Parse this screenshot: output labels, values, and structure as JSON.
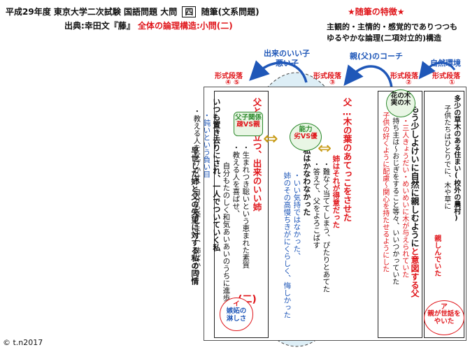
{
  "header": {
    "line1_a": "平成29年度 東京大学二次試験 国語問題 大問",
    "line1_num": "四",
    "line1_b": "随筆(文系問題)",
    "line2_a": "出典:幸田文『藤』",
    "line2_b": "全体の論理構造:小問(二)"
  },
  "feature": {
    "title": "★随筆の特徴★",
    "line1": "主観的・主情的・感覚的でありつつも",
    "line2": "ゆるやかな論理(二項対立的)構造"
  },
  "top_labels": {
    "good_child_1": "出来のいい子",
    "good_child_2": "悪い子",
    "coach": "親(父)のコーチ",
    "nature": "自然環境"
  },
  "paragraphs": {
    "p45_label": "形式段落",
    "p45_num": "④ ⑤",
    "p3_label": "形式段落",
    "p3_num": "③",
    "p2_label": "形式段落",
    "p2_num": "②",
    "p1_label": "形式段落",
    "p1_num": "①"
  },
  "col_outer": {
    "text": "早世した姉と父の失望に対する私の同情"
  },
  "col_p45": {
    "main": "父と連れ立つ、出来のいい姉",
    "sub1": "・生まれつき聡いという恵まれた素質",
    "sub2": "・教える人を喜ばせ、",
    "sub3": "自分もたのしく和気あいあいのうちに進歩する",
    "bottom1": "いつも置き去りにされ、一人でついていく私",
    "bottom2": "・鈍いという負い目",
    "bottom3": "・教える人をなげかせ、自分も楽しまず、姉ばかり",
    "paren": "(二)",
    "badge1": "父子関係",
    "badge2": "疎VS親",
    "cloud1": "イ",
    "cloud2": "嫉妬の",
    "cloud3": "淋しさ"
  },
  "col_p3": {
    "main": "父…木の葉のあてっこをさせた",
    "sub1": "姉はそれが得意だった",
    "sub2": "・難なく当ててしまう、ぴたりとあてた",
    "sub3": "・答えて、父をよろこばす",
    "sub4": "私はかなわなかった",
    "sub5": "・いい気持ではなかった、",
    "sub6": "姉のその高慢ちきがにくらしく、悔しかった",
    "badge1": "能力",
    "badge2": "劣VS優"
  },
  "col_p2": {
    "main": "もう少しよけいに自然に親しむように",
    "sub0": "と意図する父",
    "sub1": "・三人きょうだい・めいめいに木が与えられていた",
    "sub2": "持ち主は〜おじぎをすること等々、いいつかっていた",
    "sub3": "子供の好くように配慮〜関心を持たせるようにした",
    "badge1": "花の木",
    "badge2": "実の木"
  },
  "col_p1": {
    "main": "多少の草木のある住まい(校外の農村)",
    "sub1": "子供たちはひとりでに、木や草に",
    "sub2": "親しんでいた",
    "cloud1": "ア",
    "cloud2": "親が世話を",
    "cloud3": "やいた"
  },
  "footer": {
    "copyright": "© t.n2017"
  },
  "colors": {
    "red": "#e0161b",
    "blue": "#1f57b8",
    "green": "#2d8a2d",
    "gold": "#c89b16",
    "bubble": "#ddeef6"
  }
}
